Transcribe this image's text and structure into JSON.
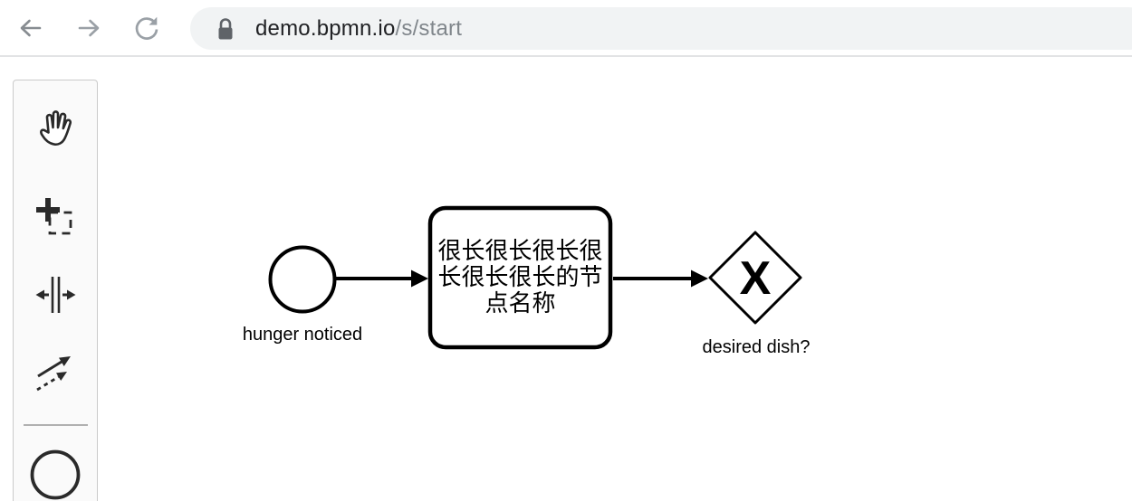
{
  "browser": {
    "icons": {
      "back": "arrow-left",
      "forward": "arrow-right",
      "reload": "reload-circular-arrow",
      "security": "lock"
    },
    "url": {
      "host": "demo.bpmn.io",
      "path": "/s/start",
      "full": "demo.bpmn.io/s/start"
    }
  },
  "palette": {
    "tools": [
      "hand-tool",
      "lasso-tool",
      "space-tool",
      "global-connect-tool"
    ],
    "create_entries": [
      "create-start-event"
    ]
  },
  "diagram": {
    "start_event": {
      "label": "hunger noticed"
    },
    "task": {
      "name": "很长很长很长很长很长很长的节点名称",
      "name_lines": [
        "很长很长很长很",
        "长很长很长的节",
        "点名称"
      ]
    },
    "gateway": {
      "marker": "X",
      "label": "desired dish?"
    }
  },
  "colors": {
    "diagram_stroke": "#000000",
    "omnibox_bg": "#f1f3f4",
    "url_host": "#202124",
    "url_path": "#80868b",
    "toolbar_icon": "#9aa0a6",
    "palette_bg": "#fafafa",
    "palette_icon": "#2a2a2a"
  }
}
